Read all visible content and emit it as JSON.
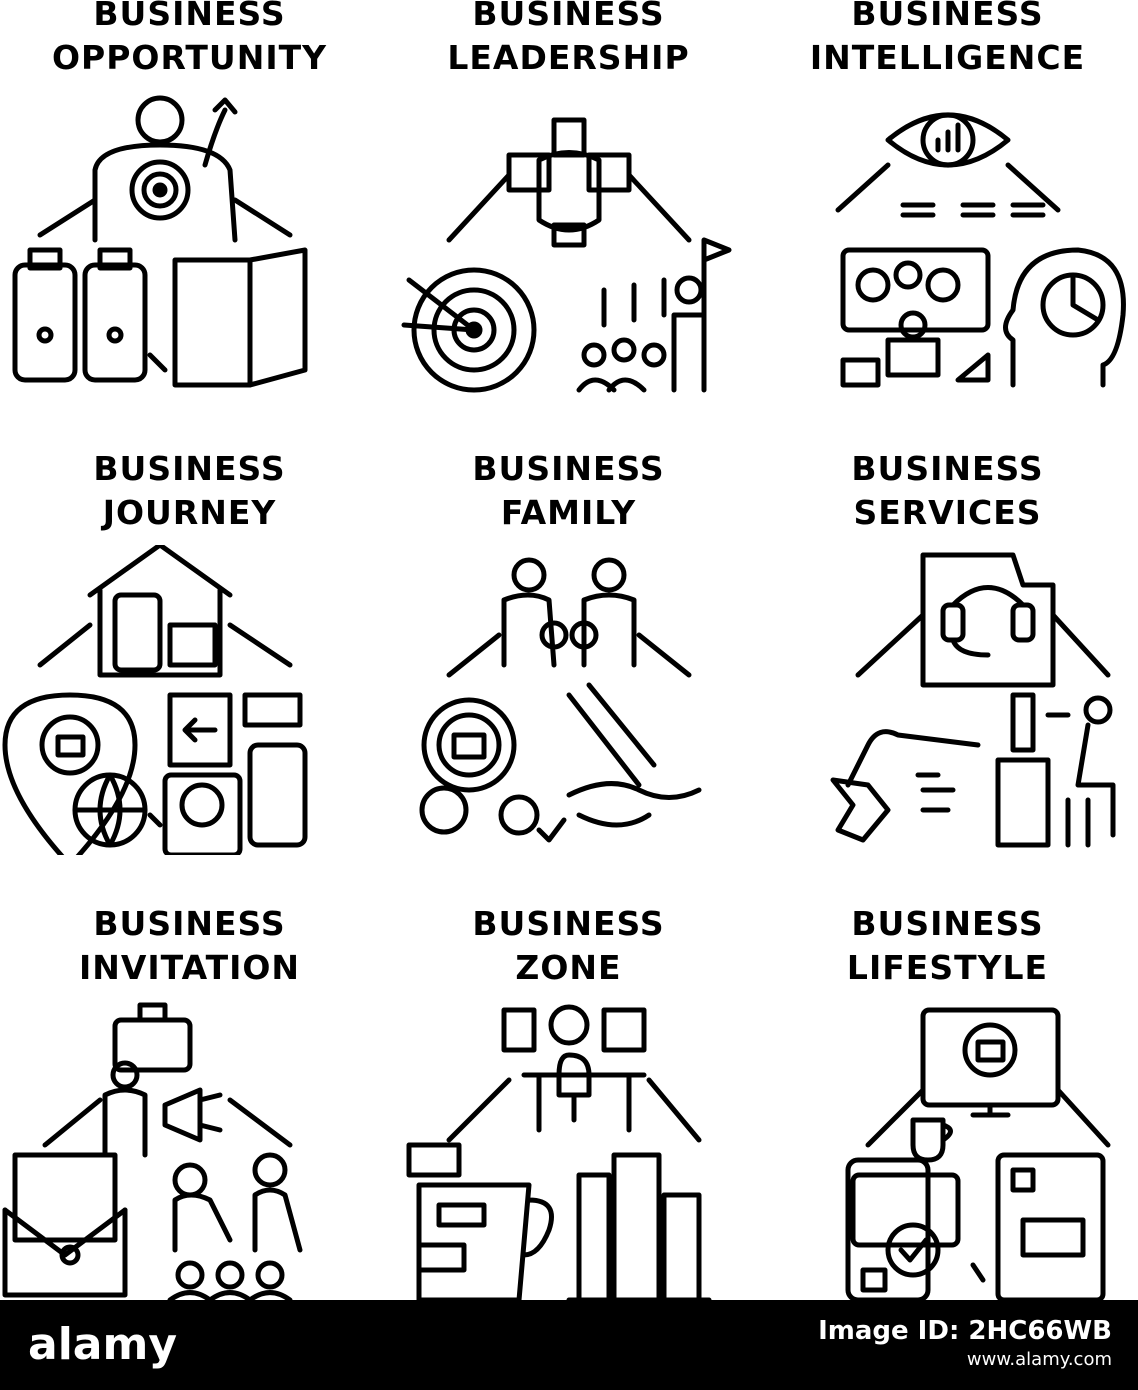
{
  "cells": [
    {
      "line1": "BUSINESS",
      "line2": "OPPORTUNITY"
    },
    {
      "line1": "BUSINESS",
      "line2": "LEADERSHIP"
    },
    {
      "line1": "BUSINESS",
      "line2": "INTELLIGENCE"
    },
    {
      "line1": "BUSINESS",
      "line2": "JOURNEY"
    },
    {
      "line1": "BUSINESS",
      "line2": "FAMILY"
    },
    {
      "line1": "BUSINESS",
      "line2": "SERVICES"
    },
    {
      "line1": "BUSINESS",
      "line2": "INVITATION"
    },
    {
      "line1": "BUSINESS",
      "line2": "ZONE"
    },
    {
      "line1": "BUSINESS",
      "line2": "LIFESTYLE"
    }
  ],
  "icons": [
    "opportunity-icon",
    "leadership-icon",
    "intelligence-icon",
    "journey-icon",
    "family-icon",
    "services-icon",
    "invitation-icon",
    "zone-icon",
    "lifestyle-icon"
  ],
  "footer": {
    "logo": "alamy",
    "image_id_label": "Image ID: 2HC66WB",
    "site": "www.alamy.com"
  },
  "colors": {
    "ink": "#000000",
    "background": "#ffffff"
  }
}
